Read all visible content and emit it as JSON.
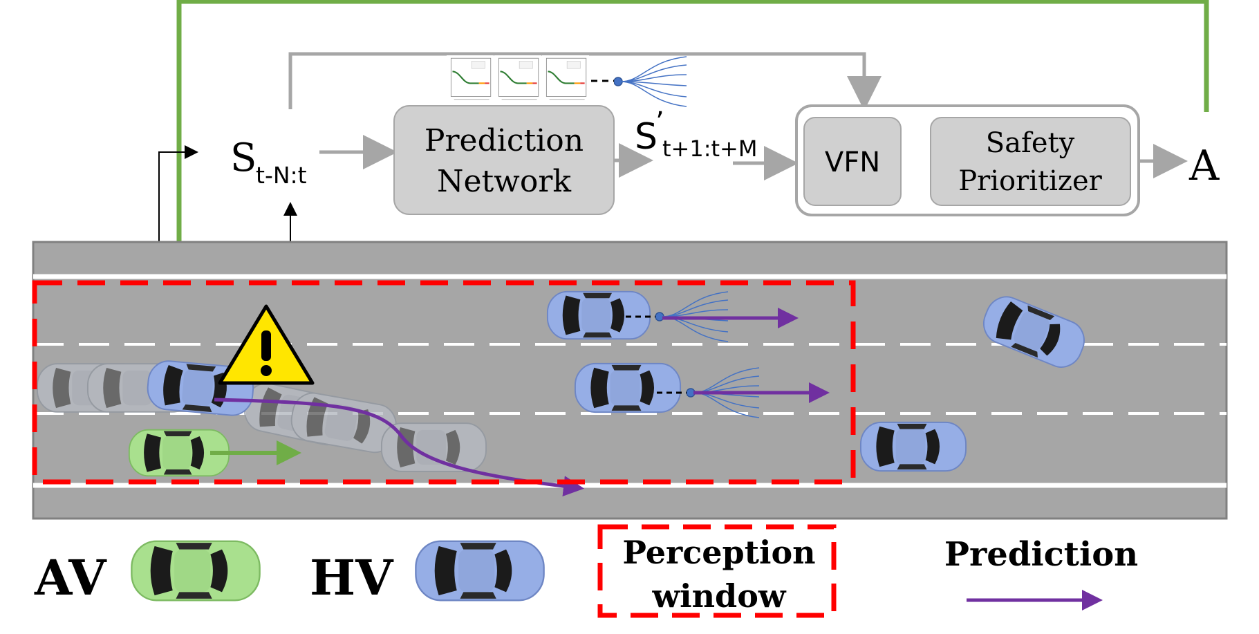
{
  "colors": {
    "feedback_green": "#70AD47",
    "flow_gray": "#A6A6A6",
    "road": "#A6A6A6",
    "perception_red": "#FF0000",
    "prediction_purple": "#7030A0",
    "av_green": "#A9E08E",
    "hv_blue": "#96AEE6",
    "block_fill": "#D0D0D0",
    "warning_yellow": "#FFE600"
  },
  "flow": {
    "state_main": "S",
    "state_sub": "t-N:t",
    "prediction_line1": "Prediction",
    "prediction_line2": "Network",
    "pred_state_main": "S",
    "pred_state_prime": "’",
    "pred_state_sub": "t+1:t+M",
    "vfn_label": "VFN",
    "safety_line1": "Safety",
    "safety_line2": "Prioritizer",
    "action_label": "A"
  },
  "legend": {
    "av_label": "AV",
    "hv_label": "HV",
    "perception_line1": "Perception",
    "perception_line2": "window",
    "prediction_label": "Prediction"
  },
  "icons": {
    "warning": "warning-triangle-icon",
    "trajectory_fan": "trajectory-fan-icon",
    "mini_plots": "prediction-plot-thumbnails"
  }
}
